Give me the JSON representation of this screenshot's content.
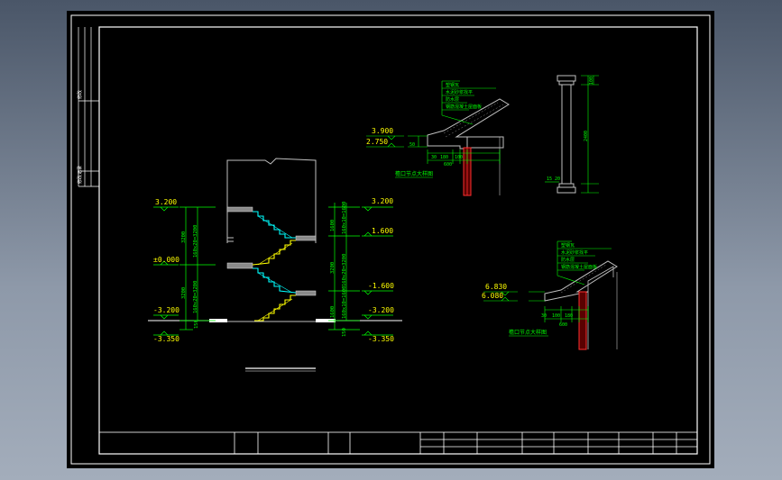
{
  "colors": {
    "background": "#000000",
    "frame": "#ffffff",
    "dimension": "#00ff00",
    "stair": "#ffff00",
    "stair_hatch": "#00ffff",
    "section_cut": "#ff3030",
    "wall": "#c0c0c0"
  },
  "stair_section": {
    "left_levels": [
      "3.200",
      "±0.000",
      "-3.200",
      "-3.350"
    ],
    "right_levels": [
      "3.200",
      "1.600",
      "-1.600",
      "-3.200",
      "-3.350"
    ],
    "left_dims": [
      "3200",
      "160x20=3200",
      "3200",
      "160x20=3200",
      "150"
    ],
    "right_dims": [
      "1600",
      "160x10=1600",
      "3200",
      "160x20=3200",
      "1600",
      "160x10=1600",
      "150"
    ]
  },
  "eave_detail_1": {
    "levels": [
      "3.900",
      "2.750"
    ],
    "dims": [
      "50",
      "180",
      "30",
      "100",
      "600"
    ],
    "notes": [
      "塑钢瓦",
      "水泥砂浆找平",
      "防水层",
      "钢筋混凝土屋面板"
    ],
    "caption": "檐口节点大样图"
  },
  "column_detail": {
    "dims": [
      "2400",
      "100",
      "15",
      "20"
    ]
  },
  "eave_detail_2": {
    "levels": [
      "6.830",
      "6.080"
    ],
    "dims": [
      "30",
      "100",
      "180",
      "600"
    ],
    "notes": [
      "塑钢瓦",
      "水泥砂浆找平",
      "防水层",
      "钢筋混凝土屋面板"
    ],
    "caption": "檐口节点大样图"
  },
  "side_strip": {
    "labels": [
      "修改",
      "修改记录"
    ]
  }
}
